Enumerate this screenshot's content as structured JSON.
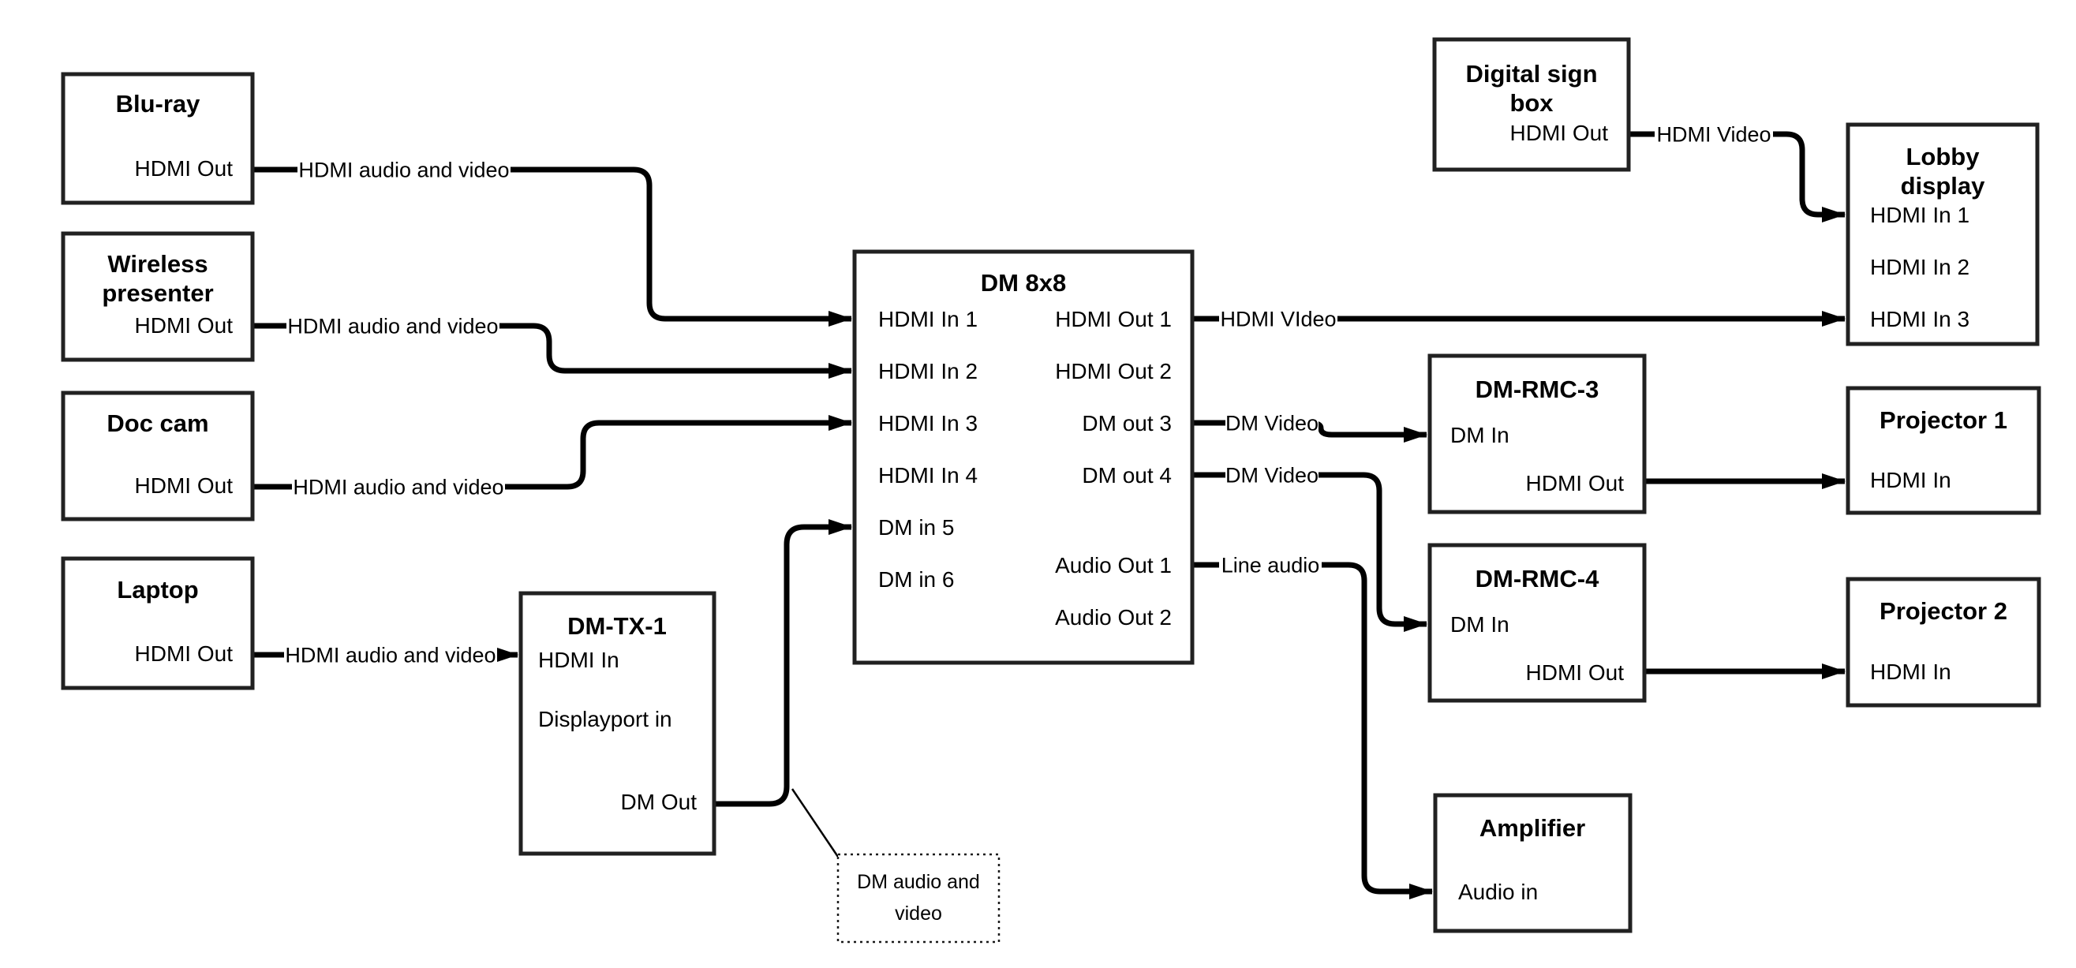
{
  "colors": {
    "background": "#ffffff",
    "box_border": "#212121",
    "line": "#000000",
    "text": "#000000"
  },
  "nodes": {
    "bluray": {
      "title": "Blu-ray",
      "port_out": "HDMI Out"
    },
    "wireless": {
      "title_line1": "Wireless",
      "title_line2": "presenter",
      "port_out": "HDMI Out"
    },
    "doccam": {
      "title": "Doc cam",
      "port_out": "HDMI Out"
    },
    "laptop": {
      "title": "Laptop",
      "port_out": "HDMI Out"
    },
    "dmtx1": {
      "title": "DM-TX-1",
      "port_hdmi_in": "HDMI In",
      "port_dp_in": "Displayport in",
      "port_dm_out": "DM Out"
    },
    "dm8x8": {
      "title": "DM 8x8",
      "left": [
        "HDMI In 1",
        "HDMI In 2",
        "HDMI In 3",
        "HDMI In 4",
        "DM in 5",
        "DM in 6"
      ],
      "right": [
        "HDMI Out 1",
        "HDMI Out 2",
        "DM out 3",
        "DM out 4",
        "Audio Out 1",
        "Audio Out 2"
      ]
    },
    "digital_sign": {
      "title_line1": "Digital sign",
      "title_line2": "box",
      "port_out": "HDMI Out"
    },
    "lobby": {
      "title_line1": "Lobby",
      "title_line2": "display",
      "ports": [
        "HDMI In 1",
        "HDMI In 2",
        "HDMI In 3"
      ]
    },
    "rmc3": {
      "title": "DM-RMC-3",
      "port_in": "DM In",
      "port_out": "HDMI Out"
    },
    "proj1": {
      "title": "Projector 1",
      "port_in": "HDMI In"
    },
    "rmc4": {
      "title": "DM-RMC-4",
      "port_in": "DM In",
      "port_out": "HDMI Out"
    },
    "proj2": {
      "title": "Projector 2",
      "port_in": "HDMI In"
    },
    "amplifier": {
      "title": "Amplifier",
      "port_in": "Audio in"
    }
  },
  "edge_labels": {
    "hdmi_av": "HDMI audio and video",
    "hdmi_video_main": "HDMI VIdeo",
    "dm_video": "DM Video",
    "line_audio": "Line audio",
    "hdmi_video_sign": "HDMI Video",
    "callout_line1": "DM audio and",
    "callout_line2": "video"
  }
}
